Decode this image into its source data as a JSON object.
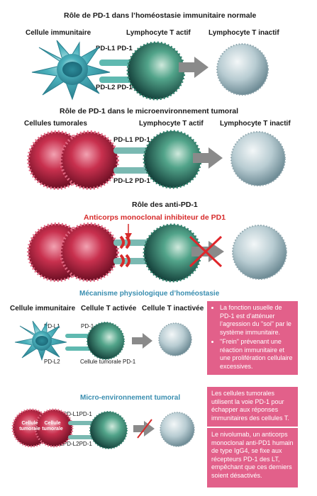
{
  "section1": {
    "title": "Rôle de PD-1 dans l’homéostasie immunitaire normale",
    "immune_cell": "Cellule immunitaire",
    "active_t": "Lymphocyte T actif",
    "inactive_t": "Lymphocyte T inactif",
    "pdl1_pd1": "PD-L1 PD-1",
    "pdl2_pd1": "PD-L2 PD-1"
  },
  "section2": {
    "title": "Rôle de PD-1 dans le microenvironnement tumoral",
    "tumor_cells": "Cellules tumorales",
    "active_t": "Lymphocyte T actif",
    "inactive_t": "Lymphocyte T inactif",
    "pdl1_pd1": "PD-L1 PD-1",
    "pdl2_pd1": "PD-L2 PD-1"
  },
  "section3": {
    "title": "Rôle des anti-PD-1",
    "antibody": "Anticorps monoclonal inhibiteur de PD1"
  },
  "section4": {
    "title": "Mécanisme physiologique d’homéostasie",
    "immune_cell": "Cellule immunitaire",
    "activated_t": "Cellule T activée",
    "inactivated_t": "Cellule T inactivée",
    "pdl1": "PD-L1",
    "pdl2": "PD-L2",
    "pd1": "PD-1",
    "tumor_pd1": "Cellule tumorale PD-1",
    "bullets": [
      "La fonction usuelle de PD-1 est d’atténuer l’agression du \"soi\" par le système immunitaire.",
      "\"Frein\" prévenant une réaction immunitaire et une prolifération cellulaire excessives."
    ]
  },
  "section5": {
    "title": "Micro-environnement tumoral",
    "l1pd": "L1PD-L1PD-1",
    "l2pd": "L2PD-L2PD-1",
    "cell_tumorale": "Cellule tumorale",
    "box1": "Les cellules tumorales utilisent la voie PD-1 pour échapper aux réponses immunitaires des cellules T.",
    "box2": "Le nivolumab, un anticorps monoclonal anti-PD1 humain de type IgG4, se fixe aux récepteurs PD-1 des LT, empêchant que ces derniers soient désactivés."
  },
  "colors": {
    "teal_title": "#3a8eb0",
    "red_title": "#d62b2b",
    "pink_box": "#e2608a",
    "arrow": "#8a8a8a",
    "immune_cell": "#4fb8c8",
    "active_t": "#2f8a78",
    "inactive_t": "#a9c4cc",
    "tumor": "#c8304e"
  }
}
